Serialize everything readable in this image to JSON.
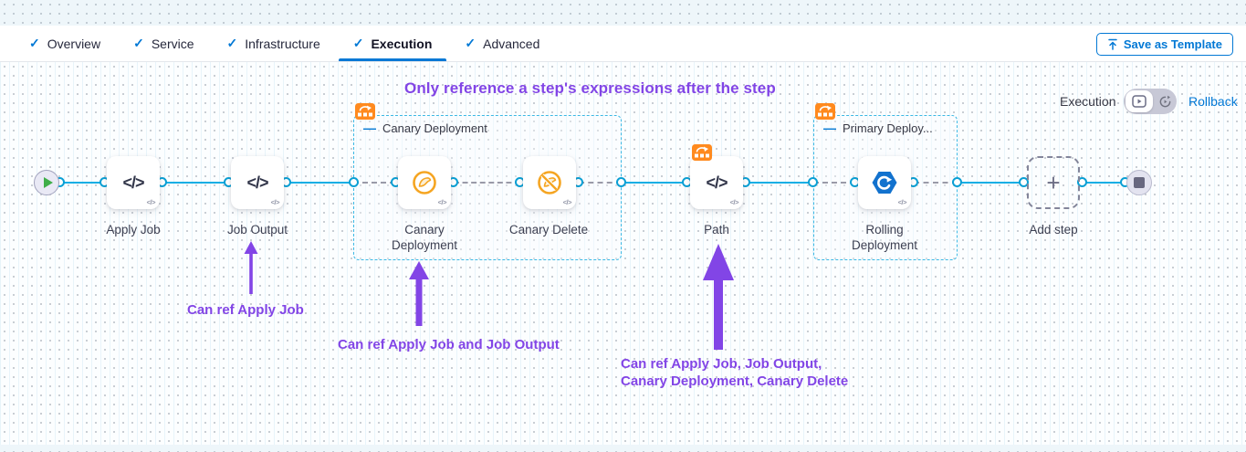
{
  "header": {
    "tabs": [
      {
        "label": "Overview"
      },
      {
        "label": "Service"
      },
      {
        "label": "Infrastructure"
      },
      {
        "label": "Execution"
      },
      {
        "label": "Advanced"
      }
    ],
    "active_tab": "Execution",
    "save_button_label": "Save as Template"
  },
  "toolbar": {
    "mode_label": "Execution",
    "rollback_label": "Rollback"
  },
  "annotation": {
    "title": "Only reference a step's expressions after the step",
    "note1": "Can ref Apply Job",
    "note2": "Can ref Apply Job and Job Output",
    "note3_line1": "Can ref Apply Job, Job Output,",
    "note3_line2": "Canary Deployment, Canary Delete"
  },
  "pipeline": {
    "steps": [
      {
        "label": "Apply Job",
        "icon": "code-icon"
      },
      {
        "label": "Job Output",
        "icon": "code-icon"
      },
      {
        "label": "Canary Deployment",
        "icon": "canary-deployment-icon"
      },
      {
        "label": "Canary Delete",
        "icon": "canary-delete-icon"
      },
      {
        "label": "Path",
        "icon": "code-icon"
      },
      {
        "label": "Rolling Deployment",
        "icon": "rolling-deployment-icon"
      }
    ],
    "groups": [
      {
        "label": "Canary Deployment"
      },
      {
        "label": "Primary Deploy..."
      }
    ],
    "add_step_label": "Add step"
  },
  "icons": {
    "check": "✓",
    "collapse": "—",
    "plus": "+",
    "code": "</>",
    "mini_code": "</>"
  },
  "colors": {
    "accent_blue": "#0278d5",
    "connector_cyan": "#10aee4",
    "annotation_purple": "#8245e6",
    "badge_orange": "#ff8a1e",
    "canary_orange": "#f5a522",
    "rolling_blue": "#1272ce"
  }
}
